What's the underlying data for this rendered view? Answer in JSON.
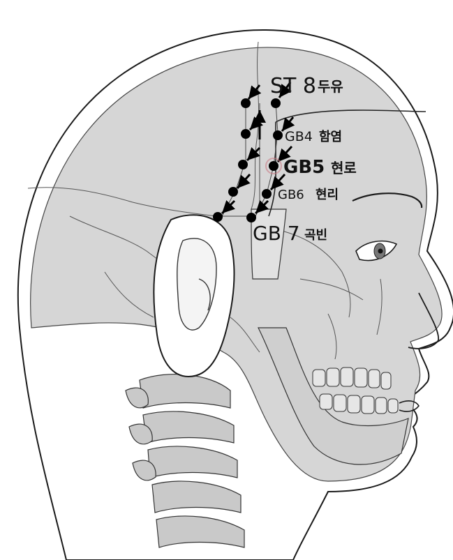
{
  "points": [
    {
      "code": "ST 8",
      "name": "두유"
    },
    {
      "code": "GB4",
      "name": "함염"
    },
    {
      "code": "GB5",
      "name": "현로"
    },
    {
      "code": "GB6",
      "name": "현리"
    },
    {
      "code": "GB 7",
      "name": "곡빈"
    }
  ],
  "colors": {
    "outline": "#1a1a1a",
    "skull_fill": "#d6d6d6",
    "skin_fill": "#ffffff",
    "bone_fill": "#c9c9c9",
    "point": "#000000",
    "highlight": "#8b1a2a"
  }
}
